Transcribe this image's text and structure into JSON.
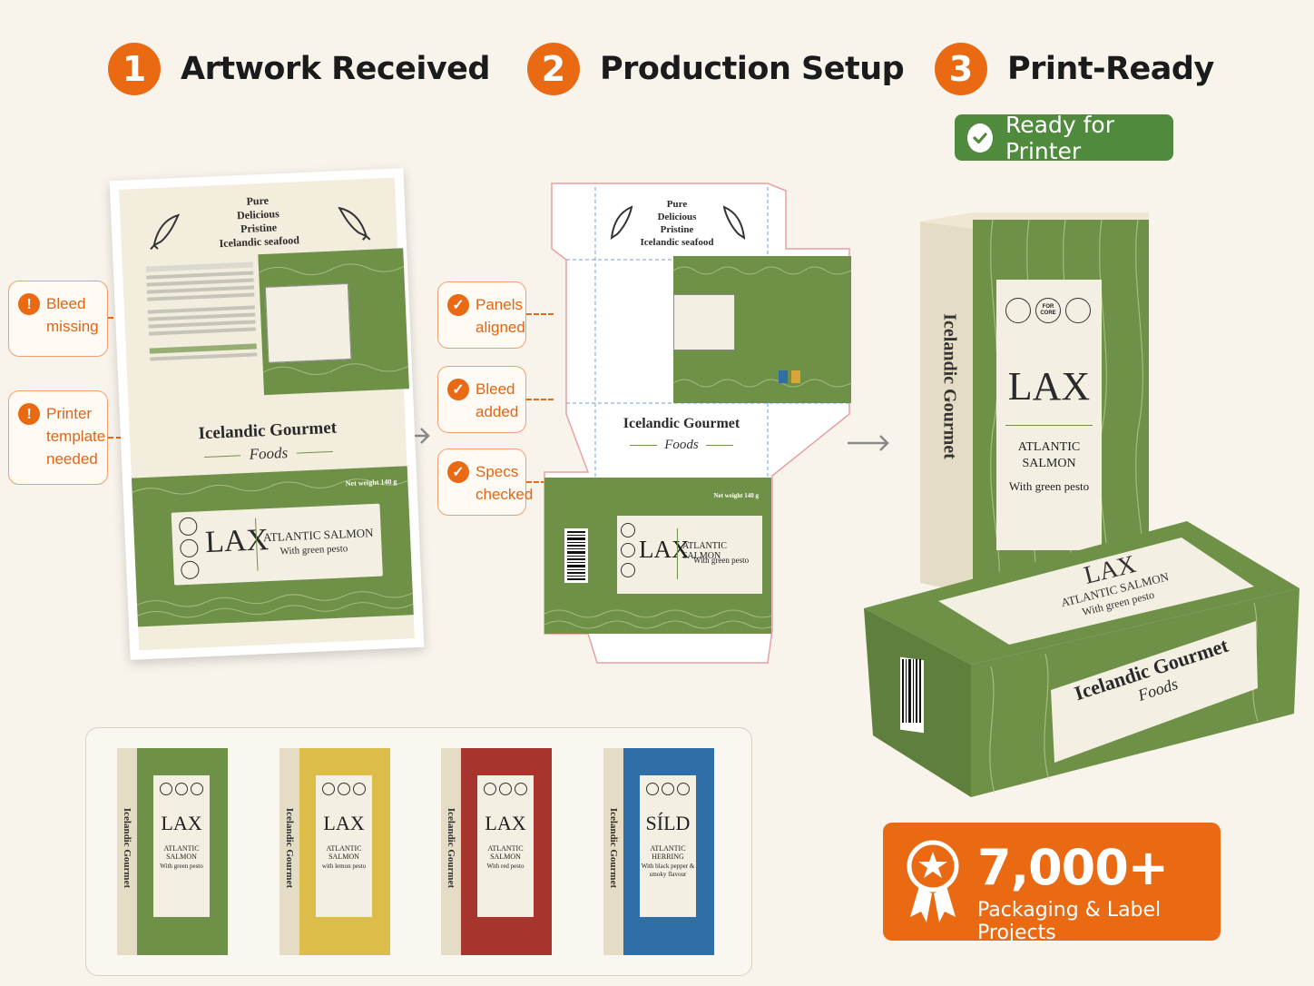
{
  "steps": [
    {
      "number": "1",
      "title": "Artwork Received"
    },
    {
      "number": "2",
      "title": "Production Setup"
    },
    {
      "number": "3",
      "title": "Print-Ready"
    }
  ],
  "ready_badge": {
    "label": "Ready for Printer"
  },
  "callouts_step1": [
    {
      "line1": "Bleed",
      "line2": "missing",
      "line3": ""
    },
    {
      "line1": "Printer",
      "line2": "template",
      "line3": "needed"
    }
  ],
  "callouts_step2": [
    {
      "line1": "Panels",
      "line2": "aligned"
    },
    {
      "line1": "Bleed",
      "line2": "added"
    },
    {
      "line1": "Specs",
      "line2": "checked"
    }
  ],
  "label": {
    "tagline": [
      "Pure",
      "Delicious",
      "Pristine",
      "Icelandic seafood"
    ],
    "brand": "Icelandic Gourmet",
    "brand_script": "Foods",
    "net_weight": "Net weight 140 g",
    "product": "LAX",
    "product_name": "ATLANTIC SALMON",
    "product_sub": "With green pesto",
    "badges": [
      "FOR CORE"
    ]
  },
  "lineup": [
    {
      "name": "LAX",
      "l1": "ATLANTIC",
      "l2": "SALMON",
      "l3": "With green pesto",
      "color": "#6f9147"
    },
    {
      "name": "LAX",
      "l1": "ATLANTIC",
      "l2": "SALMON",
      "l3": "with lemon pesto",
      "color": "#dcbd4a"
    },
    {
      "name": "LAX",
      "l1": "ATLANTIC",
      "l2": "SALMON",
      "l3": "With red pesto",
      "color": "#a8352d"
    },
    {
      "name": "SÍLD",
      "l1": "ATLANTIC",
      "l2": "HERRING",
      "l3": "With black pepper & smoky flavour",
      "color": "#2f6fa6"
    }
  ],
  "stat": {
    "value": "7,000+",
    "caption": "Packaging & Label Projects"
  },
  "colors": {
    "accent": "#ea6a14",
    "green": "#6f9147",
    "success": "#4f8a3d"
  }
}
